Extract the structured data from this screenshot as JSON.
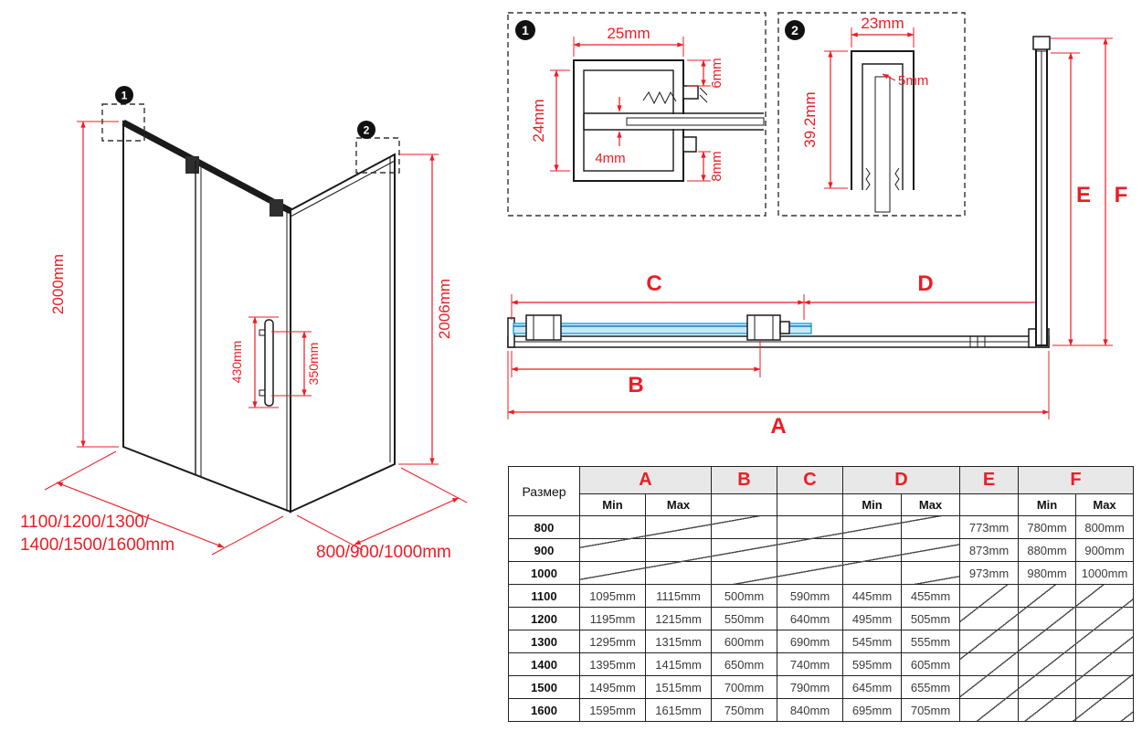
{
  "palette": {
    "red": "#ed1c24",
    "line": "#1a1a1a",
    "glass_fill": "#c9e8f8",
    "glass_stroke": "#2aa7df",
    "header_bg": "#e8e8e8"
  },
  "markers": {
    "one": "1",
    "two": "2"
  },
  "iso": {
    "height_left": "2000mm",
    "height_right": "2006mm",
    "handle_height": "430mm",
    "handle_spacing": "350mm",
    "width_options_line1": "1100/1200/1300/",
    "width_options_line2": "1400/1500/1600mm",
    "depth_options": "800/900/1000mm"
  },
  "detail1": {
    "width": "25mm",
    "height": "24mm",
    "slot": "4mm",
    "gap_top": "6mm",
    "gap_bottom": "8mm"
  },
  "detail2": {
    "width": "23mm",
    "glass_slot": "5mm",
    "depth": "39.2mm"
  },
  "letters": {
    "a": "A",
    "b": "B",
    "c": "C",
    "d": "D",
    "e": "E",
    "f": "F"
  },
  "table": {
    "size_header": "Размер",
    "min_label": "Min",
    "max_label": "Max",
    "rows": [
      {
        "size": "800",
        "a_min": "",
        "a_max": "",
        "b": "",
        "c": "",
        "d_min": "",
        "d_max": "",
        "e": "773mm",
        "f_min": "780mm",
        "f_max": "800mm"
      },
      {
        "size": "900",
        "a_min": "",
        "a_max": "",
        "b": "",
        "c": "",
        "d_min": "",
        "d_max": "",
        "e": "873mm",
        "f_min": "880mm",
        "f_max": "900mm"
      },
      {
        "size": "1000",
        "a_min": "",
        "a_max": "",
        "b": "",
        "c": "",
        "d_min": "",
        "d_max": "",
        "e": "973mm",
        "f_min": "980mm",
        "f_max": "1000mm"
      },
      {
        "size": "1100",
        "a_min": "1095mm",
        "a_max": "1115mm",
        "b": "500mm",
        "c": "590mm",
        "d_min": "445mm",
        "d_max": "455mm",
        "e": "",
        "f_min": "",
        "f_max": ""
      },
      {
        "size": "1200",
        "a_min": "1195mm",
        "a_max": "1215mm",
        "b": "550mm",
        "c": "640mm",
        "d_min": "495mm",
        "d_max": "505mm",
        "e": "",
        "f_min": "",
        "f_max": ""
      },
      {
        "size": "1300",
        "a_min": "1295mm",
        "a_max": "1315mm",
        "b": "600mm",
        "c": "690mm",
        "d_min": "545mm",
        "d_max": "555mm",
        "e": "",
        "f_min": "",
        "f_max": ""
      },
      {
        "size": "1400",
        "a_min": "1395mm",
        "a_max": "1415mm",
        "b": "650mm",
        "c": "740mm",
        "d_min": "595mm",
        "d_max": "605mm",
        "e": "",
        "f_min": "",
        "f_max": ""
      },
      {
        "size": "1500",
        "a_min": "1495mm",
        "a_max": "1515mm",
        "b": "700mm",
        "c": "790mm",
        "d_min": "645mm",
        "d_max": "655mm",
        "e": "",
        "f_min": "",
        "f_max": ""
      },
      {
        "size": "1600",
        "a_min": "1595mm",
        "a_max": "1615mm",
        "b": "750mm",
        "c": "840mm",
        "d_min": "695mm",
        "d_max": "705mm",
        "e": "",
        "f_min": "",
        "f_max": ""
      }
    ]
  }
}
